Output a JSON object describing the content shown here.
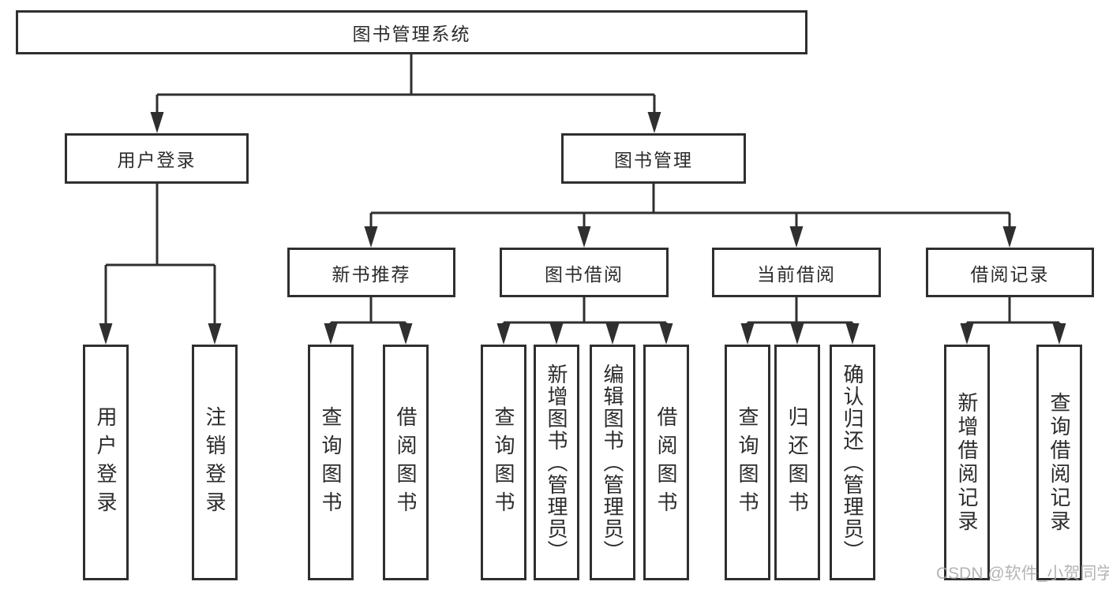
{
  "root": {
    "label": "图书管理系统"
  },
  "user_branch": {
    "label": "用户登录",
    "children": [
      {
        "label": "用户登录"
      },
      {
        "label": "注销登录"
      }
    ]
  },
  "book_branch": {
    "label": "图书管理",
    "sections": [
      {
        "label": "新书推荐",
        "children": [
          {
            "label": "查询图书"
          },
          {
            "label": "借阅图书"
          }
        ]
      },
      {
        "label": "图书借阅",
        "children": [
          {
            "label": "查询图书"
          },
          {
            "label": "新增图书（管理员）"
          },
          {
            "label": "编辑图书（管理员）"
          },
          {
            "label": "借阅图书"
          }
        ]
      },
      {
        "label": "当前借阅",
        "children": [
          {
            "label": "查询图书"
          },
          {
            "label": "归还图书"
          },
          {
            "label": "确认归还（管理员）"
          }
        ]
      },
      {
        "label": "借阅记录",
        "children": [
          {
            "label": "新增借阅记录"
          },
          {
            "label": "查询借阅记录"
          }
        ]
      }
    ]
  },
  "watermark": "CSDN @软件_小贺同学",
  "colors": {
    "line": "#2f2f2f",
    "text": "#2b2b2b",
    "box_background": "#ffffff",
    "watermark": "#a8a8a8"
  }
}
